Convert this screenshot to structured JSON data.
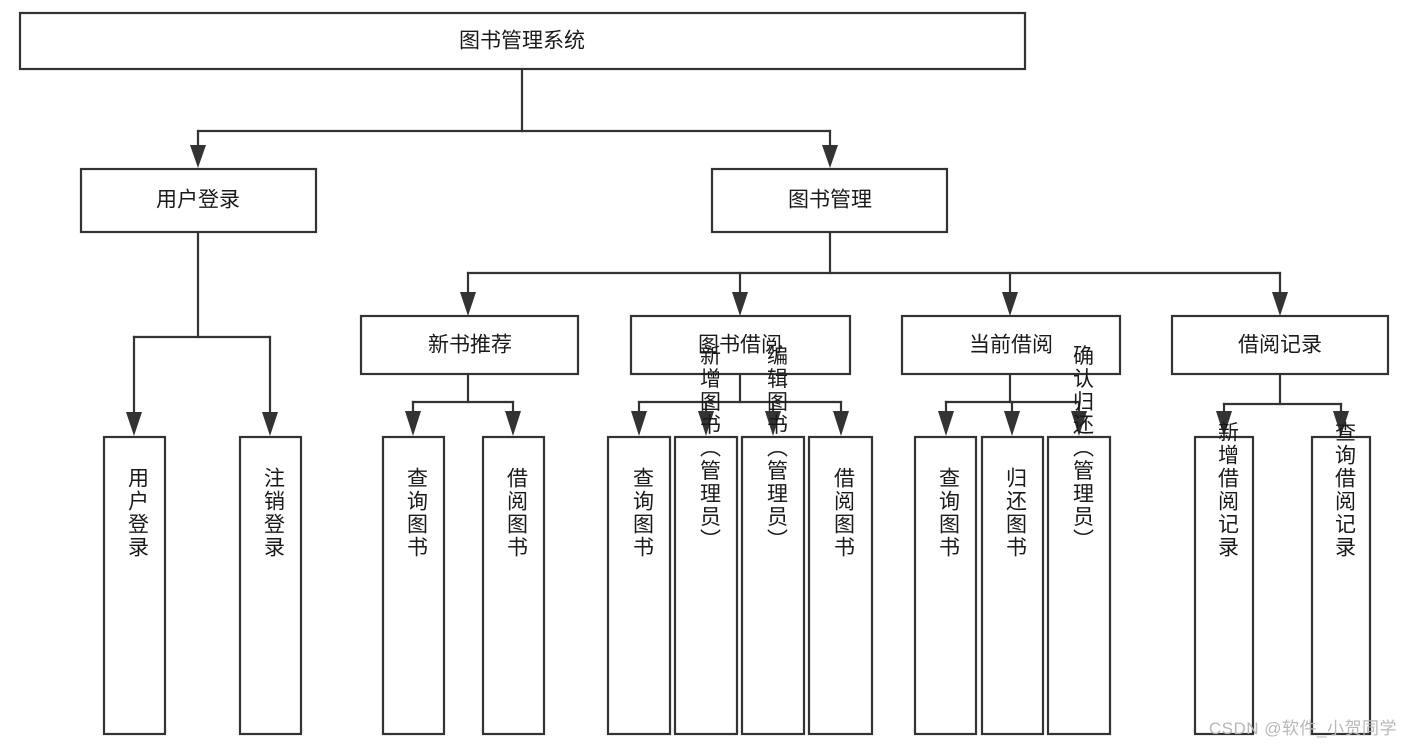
{
  "diagram": {
    "type": "tree-hierarchy",
    "title": "图书管理系统",
    "watermark": "CSDN @软件_小贺同学",
    "colors": {
      "background": "#ffffff",
      "stroke": "#333333",
      "text": "#1a1a1a",
      "watermark": "#b8b8b8"
    },
    "levels": [
      {
        "level": 1,
        "nodes": [
          {
            "id": "root",
            "label": "图书管理系统",
            "orientation": "horizontal"
          }
        ]
      },
      {
        "level": 2,
        "nodes": [
          {
            "id": "user-login",
            "label": "用户登录",
            "orientation": "horizontal",
            "parent": "root"
          },
          {
            "id": "book-manage",
            "label": "图书管理",
            "orientation": "horizontal",
            "parent": "root"
          }
        ]
      },
      {
        "level": 3,
        "nodes": [
          {
            "id": "new-book-rec",
            "label": "新书推荐",
            "orientation": "horizontal",
            "parent": "book-manage"
          },
          {
            "id": "book-borrow",
            "label": "图书借阅",
            "orientation": "horizontal",
            "parent": "book-manage"
          },
          {
            "id": "current-borrow",
            "label": "当前借阅",
            "orientation": "horizontal",
            "parent": "book-manage"
          },
          {
            "id": "borrow-record",
            "label": "借阅记录",
            "orientation": "horizontal",
            "parent": "book-manage"
          }
        ]
      },
      {
        "level": 4,
        "nodes": [
          {
            "id": "leaf-user-login",
            "label": "用户登录",
            "orientation": "vertical",
            "parent": "user-login"
          },
          {
            "id": "leaf-logout-login",
            "label": "注销登录",
            "orientation": "vertical",
            "parent": "user-login"
          },
          {
            "id": "leaf-query-book-1",
            "label": "查询图书",
            "orientation": "vertical",
            "parent": "new-book-rec"
          },
          {
            "id": "leaf-borrow-book-1",
            "label": "借阅图书",
            "orientation": "vertical",
            "parent": "new-book-rec"
          },
          {
            "id": "leaf-query-book-2",
            "label": "查询图书",
            "orientation": "vertical",
            "parent": "book-borrow"
          },
          {
            "id": "leaf-add-book",
            "label": "新增图书（管理员）",
            "orientation": "vertical",
            "parent": "book-borrow"
          },
          {
            "id": "leaf-edit-book",
            "label": "编辑图书（管理员）",
            "orientation": "vertical",
            "parent": "book-borrow"
          },
          {
            "id": "leaf-borrow-book-2",
            "label": "借阅图书",
            "orientation": "vertical",
            "parent": "book-borrow"
          },
          {
            "id": "leaf-query-book-3",
            "label": "查询图书",
            "orientation": "vertical",
            "parent": "current-borrow"
          },
          {
            "id": "leaf-return-book",
            "label": "归还图书",
            "orientation": "vertical",
            "parent": "current-borrow"
          },
          {
            "id": "leaf-confirm-return",
            "label": "确认归还（管理员）",
            "orientation": "vertical",
            "parent": "current-borrow"
          },
          {
            "id": "leaf-add-record",
            "label": "新增借阅记录",
            "orientation": "vertical",
            "parent": "borrow-record"
          },
          {
            "id": "leaf-query-record",
            "label": "查询借阅记录",
            "orientation": "vertical",
            "parent": "borrow-record"
          }
        ]
      }
    ]
  }
}
